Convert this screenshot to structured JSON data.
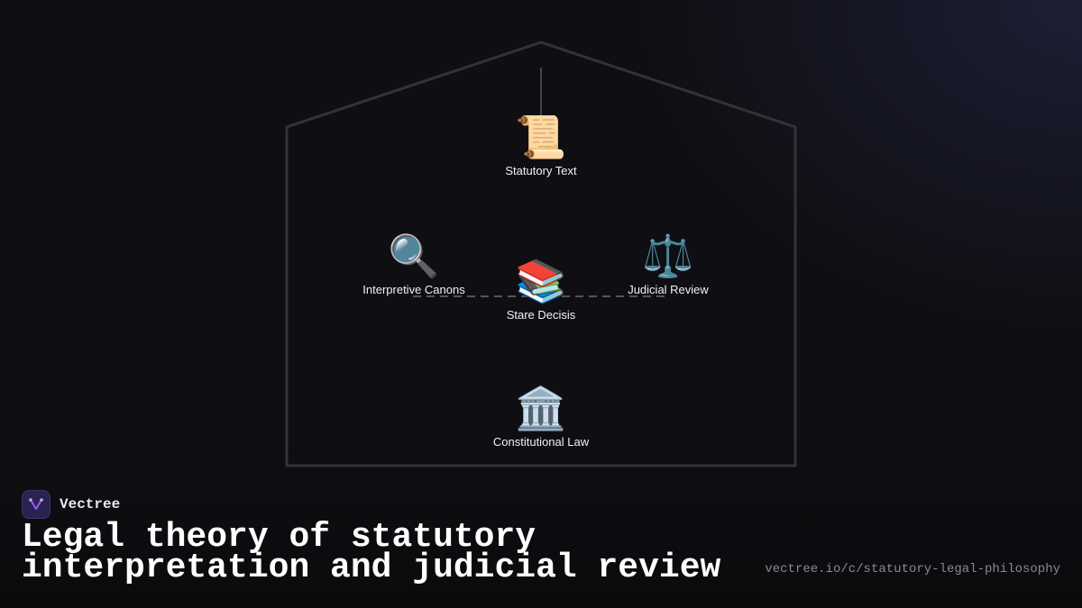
{
  "diagram": {
    "nodes": [
      {
        "id": "statutory_text",
        "label": "Statutory Text",
        "icon": "scroll-icon",
        "glyph": "📜"
      },
      {
        "id": "interpretive_canons",
        "label": "Interpretive Canons",
        "icon": "magnifying-glass-icon",
        "glyph": "🔍"
      },
      {
        "id": "stare_decisis",
        "label": "Stare Decisis",
        "icon": "books-icon",
        "glyph": "📚"
      },
      {
        "id": "judicial_review",
        "label": "Judicial Review",
        "icon": "scales-icon",
        "glyph": "⚖️"
      },
      {
        "id": "constitutional_law",
        "label": "Constitutional Law",
        "icon": "classical-building-icon",
        "glyph": "🏛️"
      }
    ],
    "connections": [
      {
        "from": "top",
        "to": "statutory_text",
        "style": "solid"
      },
      {
        "from": "interpretive_canons",
        "to": "judicial_review",
        "style": "dashed"
      }
    ],
    "colors": {
      "frame": "#333333",
      "connector": "#7a7a7a",
      "background": "#0f0f13"
    }
  },
  "brand": {
    "name": "Vectree",
    "logo_icon": "vectree-logo-icon",
    "logo_color": "#9b5cf0"
  },
  "title": "Legal theory of statutory interpretation and judicial review",
  "url": "vectree.io/c/statutory-legal-philosophy"
}
